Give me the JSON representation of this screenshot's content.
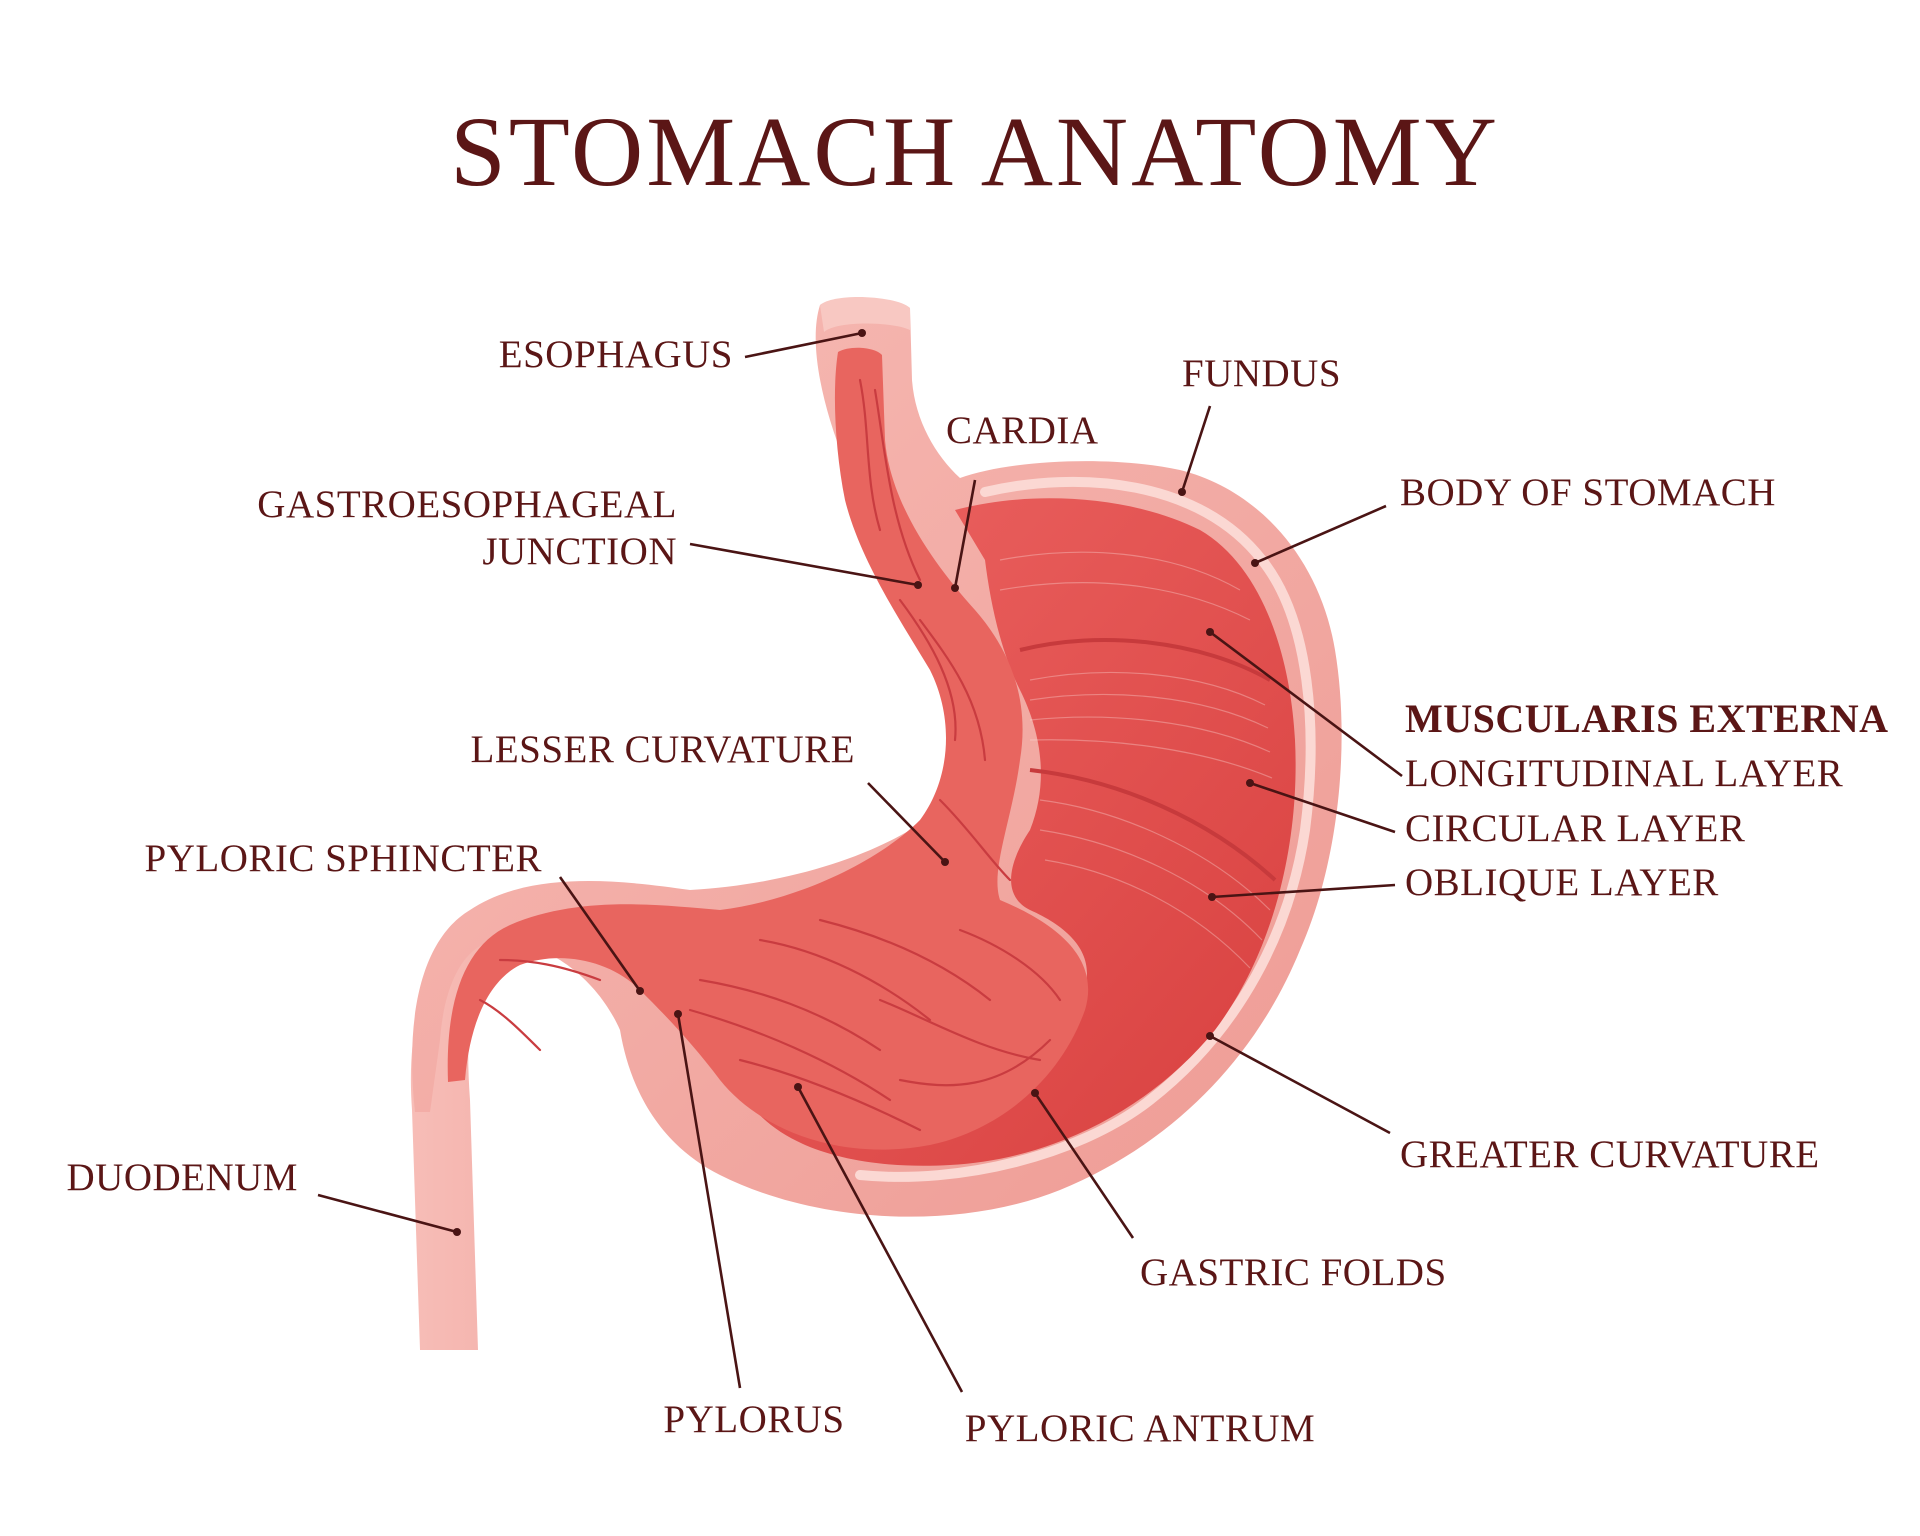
{
  "title": "STOMACH ANATOMY",
  "colors": {
    "text": "#5b1616",
    "leader": "#4a1414",
    "outer_wall": "#f2a8a0",
    "outer_wall_light": "#f8c8c2",
    "mucosa": "#e8655f",
    "muscle": "#e44e4e",
    "muscle_dark": "#d03c3e",
    "fold_line": "#c93c40",
    "duodenum": "#f4a9a3"
  },
  "labels": {
    "esophagus": "ESOPHAGUS",
    "fundus": "FUNDUS",
    "cardia": "CARDIA",
    "body_of_stomach": "BODY OF STOMACH",
    "gastroesophageal_line1": "GASTROESOPHAGEAL",
    "gastroesophageal_line2": "JUNCTION",
    "muscularis_externa": "MUSCULARIS EXTERNA",
    "longitudinal_layer": "LONGITUDINAL LAYER",
    "circular_layer": "CIRCULAR LAYER",
    "oblique_layer": "OBLIQUE LAYER",
    "lesser_curvature": "LESSER CURVATURE",
    "pyloric_sphincter": "PYLORIC SPHINCTER",
    "duodenum": "DUODENUM",
    "greater_curvature": "GREATER CURVATURE",
    "gastric_folds": "GASTRIC FOLDS",
    "pylorus": "PYLORUS",
    "pyloric_antrum": "PYLORIC ANTRUM"
  }
}
